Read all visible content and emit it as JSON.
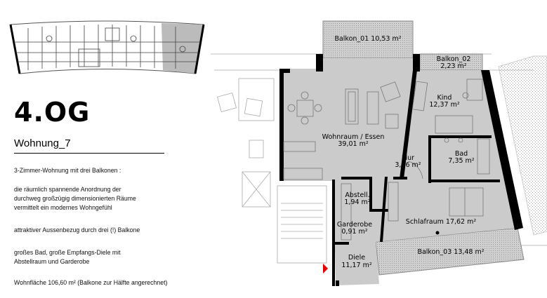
{
  "heading": {
    "floor": "4.OG",
    "unit_name": "Wohnung_7"
  },
  "description": [
    "3-Zimmer-Wohnung mit drei Balkonen :",
    "die räumlich spannende Anordnung der",
    "durchweg großzügig dimensionierten Räume",
    "vermittelt ein modernes Wohngefühl",
    "attraktiver Aussenbezug durch drei (!) Balkone",
    "großes Bad, große Empfangs-Diele mit",
    "Abstellraum und Garderobe",
    "Wohnfläche  106,60 m² (Balkone zur Hälfte angerechnet)"
  ],
  "rooms": {
    "balkon_01": {
      "name": "Balkon_01  10,53 m²"
    },
    "balkon_02": {
      "name": "Balkon_02",
      "area": "2,23 m²"
    },
    "kind": {
      "name": "Kind",
      "area": "12,37 m²"
    },
    "wohnraum": {
      "name": "Wohnraum / Essen",
      "area": "39,01 m²"
    },
    "flur": {
      "name": "Flur",
      "area": "3,36 m²"
    },
    "bad": {
      "name": "Bad",
      "area": "7,35 m²"
    },
    "abstell": {
      "name": "Abstell.",
      "area": "1,94 m²"
    },
    "garderobe": {
      "name": "Garderobe",
      "area": "0,91 m²"
    },
    "schlafraum": {
      "name": "Schlafraum 17,62 m²"
    },
    "diele": {
      "name": "Diele",
      "area": "11,17 m²"
    },
    "balkon_03": {
      "name": "Balkon_03  13,48 m²"
    }
  },
  "colors": {
    "floor": "#cbcbcb",
    "wall": "#000000",
    "entrance_marker": "#e00000"
  }
}
